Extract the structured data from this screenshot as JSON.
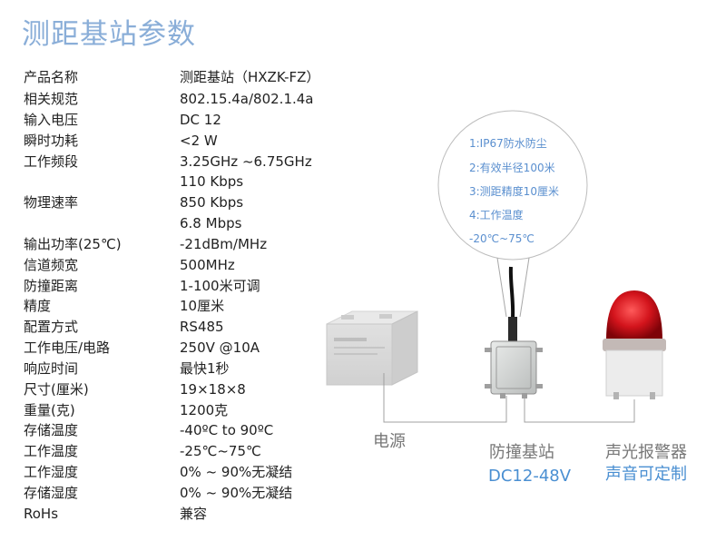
{
  "title": "测距基站参数",
  "specs": [
    {
      "label": "产品名称",
      "value": "测距基站（HXZK-FZ）"
    },
    {
      "label": "相关规范",
      "value": "802.15.4a/802.1.4a"
    },
    {
      "label": "输入电压",
      "value": "DC 12"
    },
    {
      "label": "瞬时功耗",
      "value": "<2 W"
    },
    {
      "label": "工作频段",
      "value": "3.25GHz ~6.75GHz"
    },
    {
      "label": "",
      "value": "110 Kbps"
    },
    {
      "label": "物理速率",
      "value": "850 Kbps"
    },
    {
      "label": "",
      "value": "6.8 Mbps"
    },
    {
      "label": "输出功率(25℃)",
      "value": "-21dBm/MHz"
    },
    {
      "label": "信道频宽",
      "value": "500MHz"
    },
    {
      "label": "防撞距离",
      "value": "1-100米可调"
    },
    {
      "label": "精度",
      "value": "10厘米"
    },
    {
      "label": "配置方式",
      "value": "RS485"
    },
    {
      "label": "工作电压/电路",
      "value": "250V @10A"
    },
    {
      "label": "响应时间",
      "value": "最快1秒"
    },
    {
      "label": "尺寸(厘米)",
      "value": "19×18×8"
    },
    {
      "label": "重量(克)",
      "value": "1200克"
    },
    {
      "label": "存储温度",
      "value": "-40ºC to 90ºC"
    },
    {
      "label": "工作温度",
      "value": "-25℃~75℃"
    },
    {
      "label": "工作湿度",
      "value": "0% ~ 90%无凝结"
    },
    {
      "label": "存储湿度",
      "value": "0% ~ 90%无凝结"
    },
    {
      "label": "RoHs",
      "value": "兼容"
    }
  ],
  "features": [
    "1:IP67防水防尘",
    "2:有效半径100米",
    "3:测距精度10厘米",
    "4:工作温度",
    "-20℃~75℃"
  ],
  "captions": {
    "power": "电源",
    "station": "防撞基站",
    "station_voltage": "DC12-48V",
    "alarm": "声光报警器",
    "alarm_note": "声音可定制"
  },
  "colors": {
    "title": "#8aaed8",
    "feature_text": "#5a8fcf",
    "caption_blue": "#4a8fd2",
    "alarm_red": "#d3141c"
  }
}
